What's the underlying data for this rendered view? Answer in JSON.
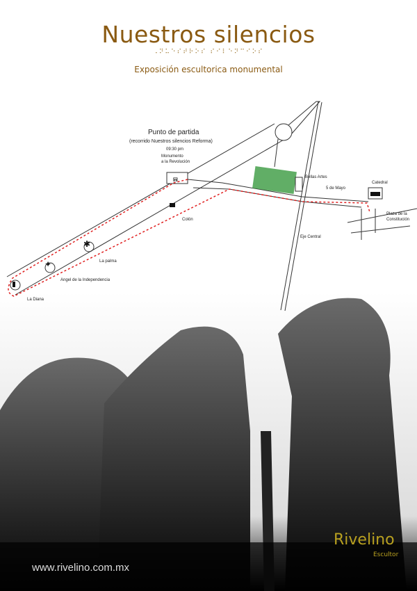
{
  "header": {
    "title": "Nuestros silencios",
    "braille": "⠠⠝⠥⠑⠎⠞⠗⠕⠎ ⠎⠊⠇⠑⠝⠉⠊⠕⠎",
    "subtitle": "Exposición escultorica monumental"
  },
  "map": {
    "start_title": "Punto de partida",
    "start_sub": "(recorrido Nuestros silencios Reforma)",
    "time": "09:30 pm",
    "monumento": [
      "Monumento",
      "a la Revolución"
    ],
    "labels": {
      "bellas_artes": "Bellas Artes",
      "cinco_mayo": "5 de Mayo",
      "catedral": "Catedral",
      "plaza": [
        "Plaza de la",
        "Constitución"
      ],
      "eje": "Eje Central",
      "colon": "Colón",
      "palma": "La palma",
      "angel": "Angel de la Independencia",
      "diana": "La Diana"
    },
    "route_color": "#e02020"
  },
  "footer": {
    "url": "www.rivelino.com.mx",
    "brand": "Rivelino",
    "brand_sub": "Escultor"
  }
}
